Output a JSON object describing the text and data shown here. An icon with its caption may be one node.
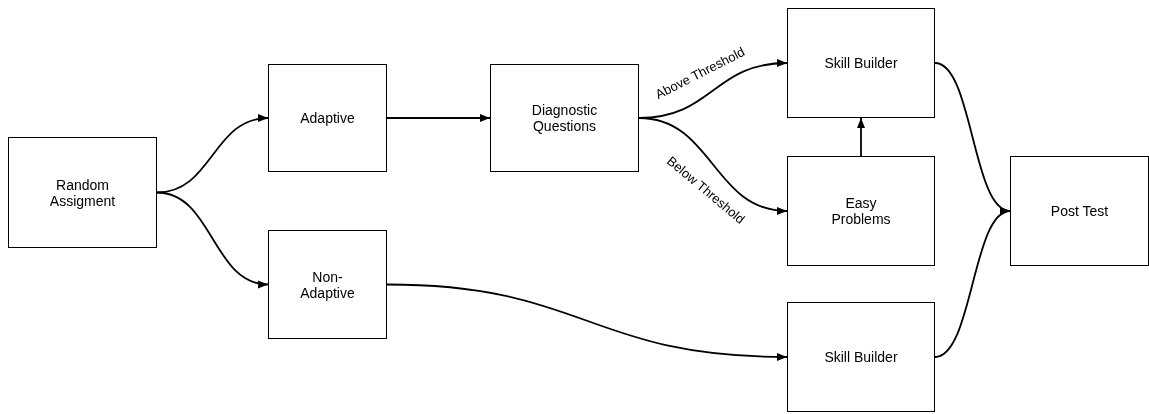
{
  "diagram": {
    "nodes": [
      {
        "text": [
          "Random Assigment"
        ]
      },
      {
        "text": [
          "Adaptive"
        ]
      },
      {
        "text": [
          "Diagnostic Questions"
        ]
      },
      {
        "text": [
          "Skill Builder"
        ]
      },
      {
        "text": [
          "Easy Problems"
        ]
      },
      {
        "text": [
          "Post Test"
        ]
      },
      {
        "text": [
          "Non-Adaptive"
        ]
      },
      {
        "text": [
          "Skill Builder"
        ]
      }
    ],
    "edges": [
      {
        "from": 0,
        "to": 1,
        "arrow": "to"
      },
      {
        "from": 0,
        "to": 6,
        "arrow": "to"
      },
      {
        "from": 1,
        "to": 2,
        "arrow": "to"
      },
      {
        "from": 2,
        "to": 3,
        "arrow": "to",
        "label": "Above Threshold"
      },
      {
        "from": 2,
        "to": 4,
        "arrow": "to",
        "label": "Below Threshold"
      },
      {
        "from": 4,
        "to": 3,
        "arrow": "to"
      },
      {
        "from": 3,
        "to": 5,
        "arrow": "to"
      },
      {
        "from": 7,
        "to": 5,
        "arrow": "to"
      },
      {
        "from": 6,
        "to": 7,
        "arrow": "to"
      }
    ]
  }
}
